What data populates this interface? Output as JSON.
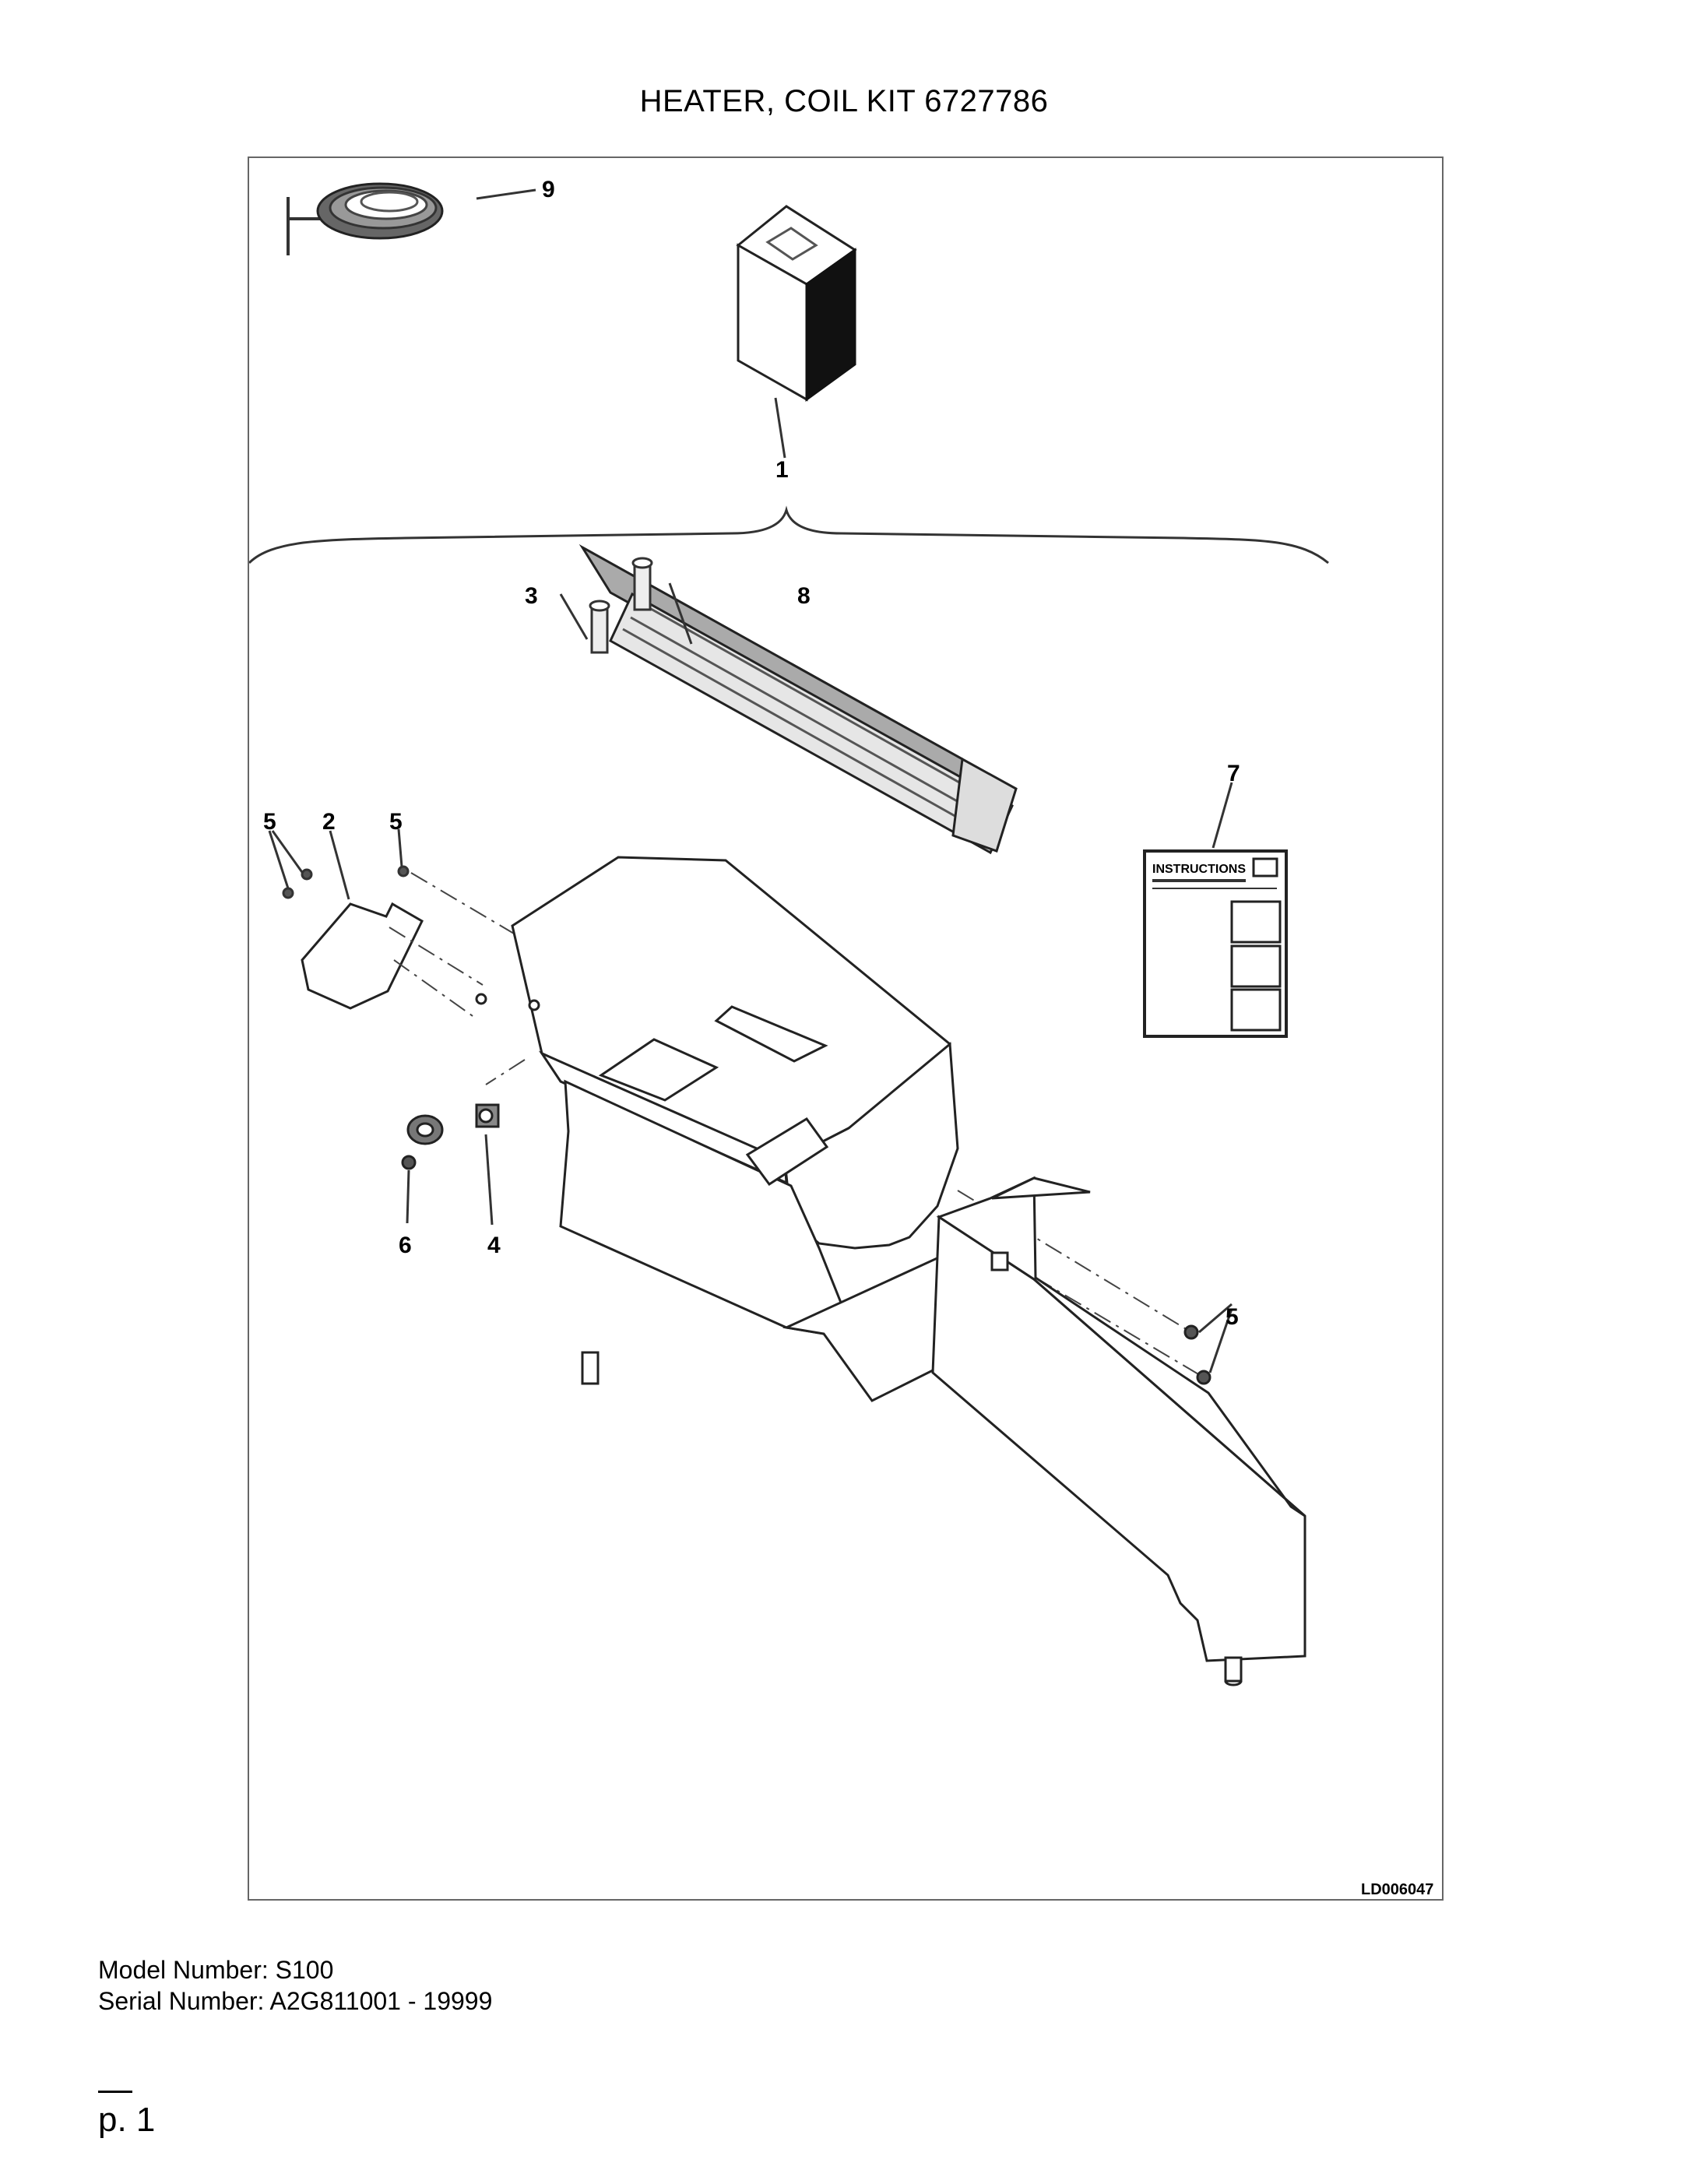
{
  "page": {
    "title": "HEATER, COIL KIT 6727786",
    "drawing_id": "LD006047",
    "model_label": "Model Number: S100",
    "serial_label": "Serial Number: A2G811001 - 19999",
    "page_number": "p. 1"
  },
  "diagram": {
    "instructions_label": "INSTRUCTIONS",
    "callouts": [
      {
        "id": "c9",
        "text": "9"
      },
      {
        "id": "c1",
        "text": "1"
      },
      {
        "id": "c3",
        "text": "3"
      },
      {
        "id": "c8",
        "text": "8"
      },
      {
        "id": "c7",
        "text": "7"
      },
      {
        "id": "c5a",
        "text": "5"
      },
      {
        "id": "c2",
        "text": "2"
      },
      {
        "id": "c5b",
        "text": "5"
      },
      {
        "id": "c6",
        "text": "6"
      },
      {
        "id": "c4",
        "text": "4"
      },
      {
        "id": "c5c",
        "text": "5"
      }
    ]
  }
}
